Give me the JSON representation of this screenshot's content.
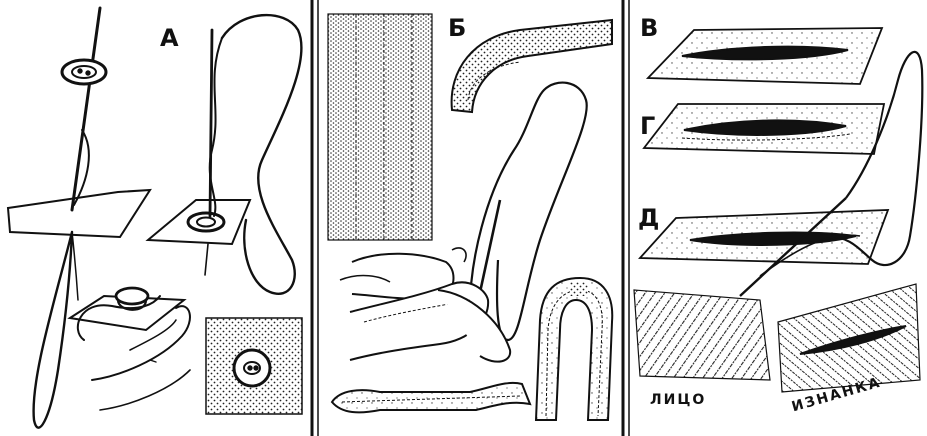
{
  "panels": {
    "a": {
      "label": "А"
    },
    "b": {
      "label": "Б"
    },
    "c": {
      "labels": [
        "В",
        "Г",
        "Д"
      ],
      "face_caption": "ЛИЦО",
      "back_caption": "ИЗНАНКА"
    }
  },
  "colors": {
    "ink": "#111111",
    "paper": "#ffffff"
  }
}
